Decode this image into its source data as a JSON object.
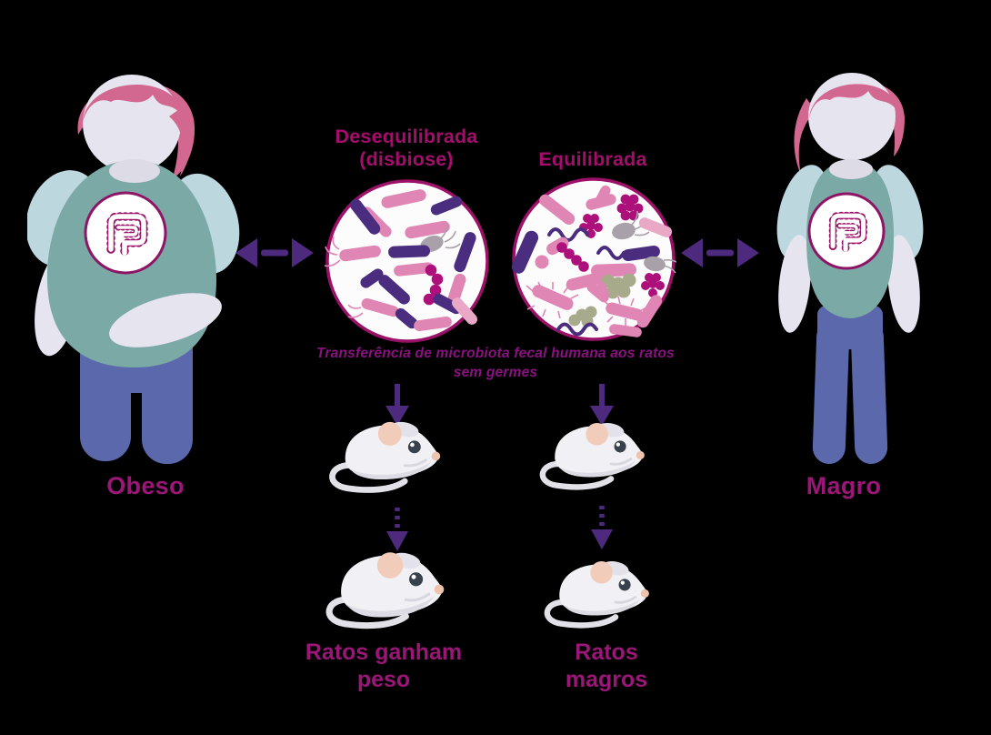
{
  "colors": {
    "background": "#000000",
    "title_magenta": "#a50d6d",
    "label_magenta": "#9a1677",
    "caption_purple": "#8a1280",
    "arrow_purple": "#4d2a7d",
    "circle_border": "#9c1168",
    "bacteria_pink": "#df86b5",
    "bacteria_light_pink": "#eaa8c7",
    "bacteria_purple": "#4b2d80",
    "bacteria_magenta": "#ad107a",
    "bacteria_gray": "#a9a1a9",
    "bacteria_olive": "#a7aa8b",
    "hair_pink": "#d2688f",
    "skin": "#e6e4ee",
    "shirt_teal": "#7aa9a6",
    "sleeve_blue": "#bdd7de",
    "pants_blue": "#5b69ac",
    "mouse_body": "#f1f0f4",
    "mouse_ear": "#f2ccba"
  },
  "people": {
    "obese": {
      "label": "Obeso"
    },
    "thin": {
      "label": "Magro"
    }
  },
  "microbiota": {
    "unbalanced": {
      "title_line1": "Desequilibrada",
      "title_line2": "(disbiose)"
    },
    "balanced": {
      "title": "Equilibrada"
    }
  },
  "transfer_caption": {
    "line1": "Transferência de microbiota fecal humana aos ratos",
    "line2": "sem germes"
  },
  "outcomes": {
    "weight_gain": {
      "line1": "Ratos ganham",
      "line2": "peso"
    },
    "lean": {
      "line1": "Ratos",
      "line2": "magros"
    }
  }
}
